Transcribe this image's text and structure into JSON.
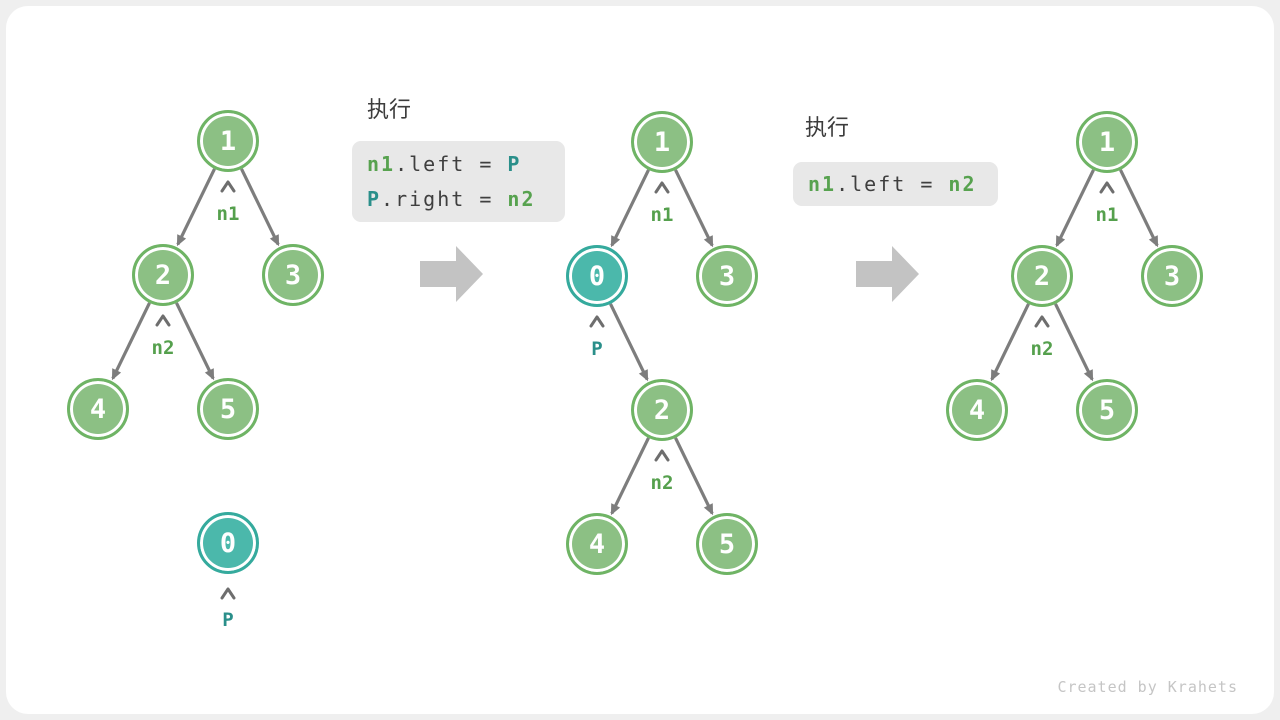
{
  "watermark": "Created by Krahets",
  "colors": {
    "node_green_fill": "#8CC084",
    "node_green_border": "#6FB465",
    "node_teal_fill": "#4BB8AB",
    "node_teal_border": "#35AA9D",
    "pointer_green": "#55A04D",
    "pointer_teal": "#2A8F8A",
    "code_background": "#E8E8E8",
    "code_text": "#3F3F3F",
    "edge_gray": "#7D7D7D",
    "big_arrow_gray": "#C3C3C3",
    "background": "#FFFFFF"
  },
  "steps": [
    {
      "label": "执行",
      "lines": [
        {
          "a": "n1",
          "b": ".left = ",
          "c": "P"
        },
        {
          "a": "P",
          "b": ".right = ",
          "c": "n2"
        }
      ]
    },
    {
      "label": "执行",
      "lines": [
        {
          "a": "n1",
          "b": ".left = ",
          "c": "n2"
        }
      ]
    }
  ],
  "trees": {
    "initial": {
      "values": {
        "v1": "1",
        "v2": "2",
        "v3": "3",
        "v4": "4",
        "v5": "5",
        "v0": "0"
      },
      "pointers": {
        "n1": "n1",
        "n2": "n2",
        "p": "P"
      }
    },
    "linked": {
      "values": {
        "v1": "1",
        "v0": "0",
        "v3": "3",
        "v2": "2",
        "v4": "4",
        "v5": "5"
      },
      "pointers": {
        "n1": "n1",
        "p": "P",
        "n2": "n2"
      }
    },
    "final": {
      "values": {
        "v1": "1",
        "v2": "2",
        "v3": "3",
        "v4": "4",
        "v5": "5"
      },
      "pointers": {
        "n1": "n1",
        "n2": "n2"
      }
    }
  }
}
